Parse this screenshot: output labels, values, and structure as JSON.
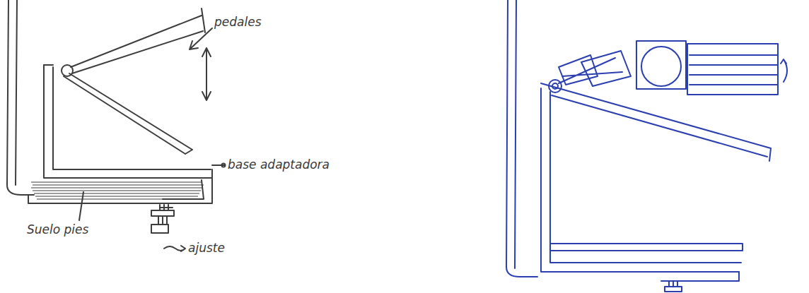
{
  "diagram": {
    "labels": [
      "pedales",
      "base adaptadora",
      "Suelo pies",
      "ajuste"
    ]
  }
}
